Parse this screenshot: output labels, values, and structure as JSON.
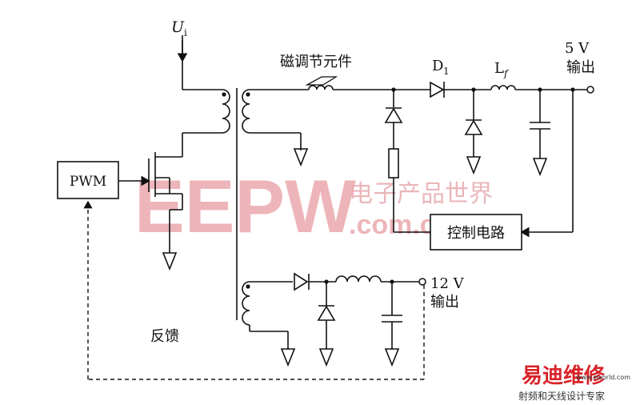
{
  "labels": {
    "ui": "U",
    "ui_sub": "i",
    "mag_element": "磁调节元件",
    "d1": "D",
    "d1_sub": "1",
    "lf": "L",
    "lf_sub": "f",
    "out5_v": "5 V",
    "out5_cn": "输出",
    "pwm": "PWM",
    "control": "控制电路",
    "out12_v": "12 V",
    "out12_cn": "输出",
    "feedback": "反馈"
  },
  "watermark": {
    "brand": "EEPW",
    "cn": "电子产品世界",
    "domain": ".com.cn"
  },
  "logo": {
    "name": "易迪维修",
    "slogan": "射频和天线设计专家",
    "url": "www.eworld.com"
  }
}
